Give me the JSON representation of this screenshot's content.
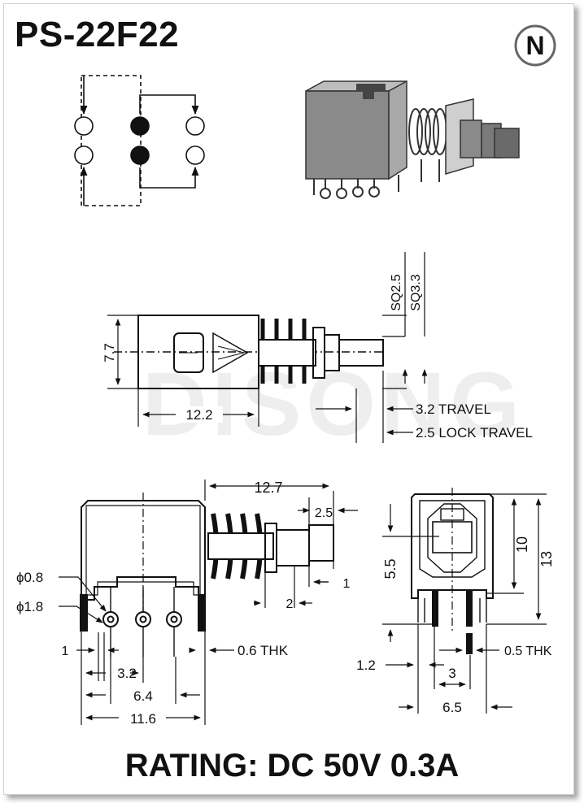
{
  "title": "PS-22F22",
  "logo_letter": "N",
  "watermark": "DISONG",
  "rating": "RATING: DC 50V 0.3A",
  "dimensions": {
    "sq25": "SQ2.5",
    "sq33": "SQ3.3",
    "h77": "7.7",
    "w122": "12.2",
    "travel": "3.2 TRAVEL",
    "lock_travel": "2.5 LOCK TRAVEL",
    "w127": "12.7",
    "d25": "2.5",
    "phi08": "ϕ0.8",
    "phi18": "ϕ1.8",
    "d1a": "1",
    "d2": "2",
    "d1b": "1",
    "thk06": "0.6 THK",
    "d32": "3.2",
    "d64": "6.4",
    "d116": "11.6",
    "d55": "5.5",
    "d10": "10",
    "d13": "13",
    "d12": "1.2",
    "thk05": "0.5 THK",
    "d3": "3",
    "d65": "6.5"
  }
}
